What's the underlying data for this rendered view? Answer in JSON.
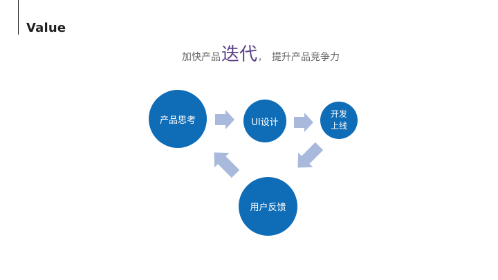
{
  "slide": {
    "title": "Value",
    "subtitle": {
      "pre": "加快产品",
      "emphasis": "迭代",
      "comma": "，",
      "post": "提升产品竞争力"
    }
  },
  "diagram": {
    "nodes": [
      {
        "label": "产品思考"
      },
      {
        "label": "UI设计"
      },
      {
        "label": "开发上线"
      },
      {
        "label": "用户反馈"
      }
    ]
  },
  "colors": {
    "node": "#0f6cb6",
    "arrow": "#a8b9dc",
    "emphasis": "#5a3f88",
    "subtitle": "#666666",
    "title": "#1f1f1f"
  }
}
